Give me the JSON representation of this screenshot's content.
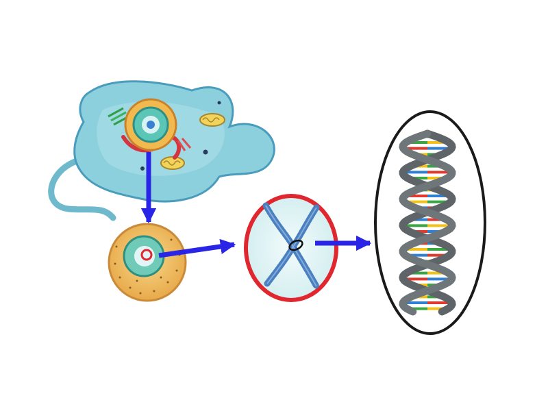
{
  "diagram": {
    "stages": [
      {
        "id": "cell",
        "icon": "animal-cell-icon"
      },
      {
        "id": "nucleus",
        "icon": "nucleus-icon"
      },
      {
        "id": "chromosome",
        "icon": "chromosome-icon"
      },
      {
        "id": "dna",
        "icon": "dna-double-helix-icon"
      }
    ],
    "connections": [
      {
        "from": "cell",
        "to": "nucleus"
      },
      {
        "from": "nucleus",
        "to": "chromosome"
      },
      {
        "from": "chromosome",
        "to": "dna"
      }
    ],
    "colors": {
      "arrow": "#2a25e6",
      "cell_fill": "#7cc7d6",
      "cell_stroke": "#3f8fb0",
      "chromosome_ring": "#e0262e",
      "chromosome_body": "#4a7fc0",
      "dna_ring": "#1a1a1a",
      "dna_strand": "#5e6468",
      "base_pairs": [
        "#e03a2f",
        "#f2c21b",
        "#2f7fd3",
        "#3aa543"
      ]
    }
  }
}
